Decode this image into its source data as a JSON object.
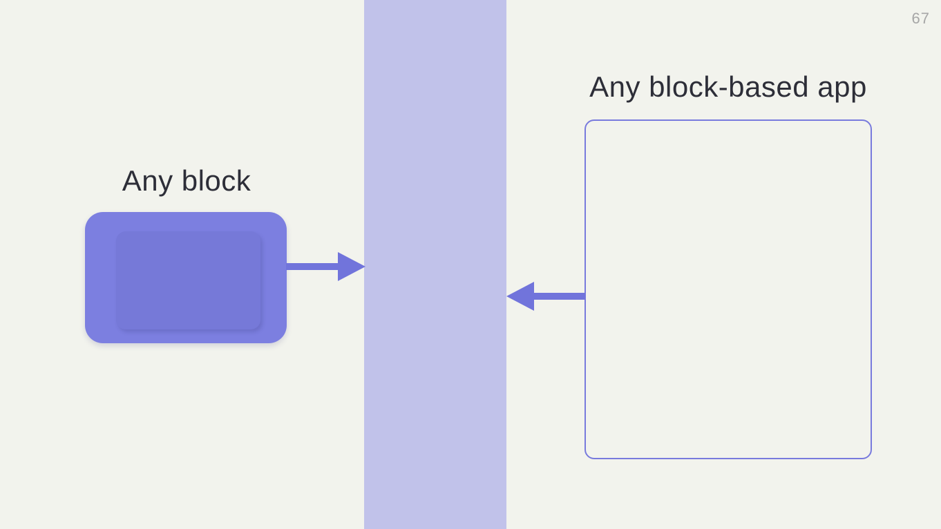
{
  "page": {
    "number": "67"
  },
  "labels": {
    "left_title": "Any block",
    "right_title": "Any block-based app"
  },
  "icons": {
    "arrow_right": "arrow-right-icon",
    "arrow_left": "arrow-left-icon"
  },
  "colors": {
    "bg": "#f2f3ed",
    "band": "#c1c2ea",
    "block": "#7c7fe0",
    "block_inner": "#7679d8",
    "arrow": "#7174db",
    "outline": "#787add",
    "text": "#2d2e38",
    "page_num": "#a6a6a6"
  }
}
